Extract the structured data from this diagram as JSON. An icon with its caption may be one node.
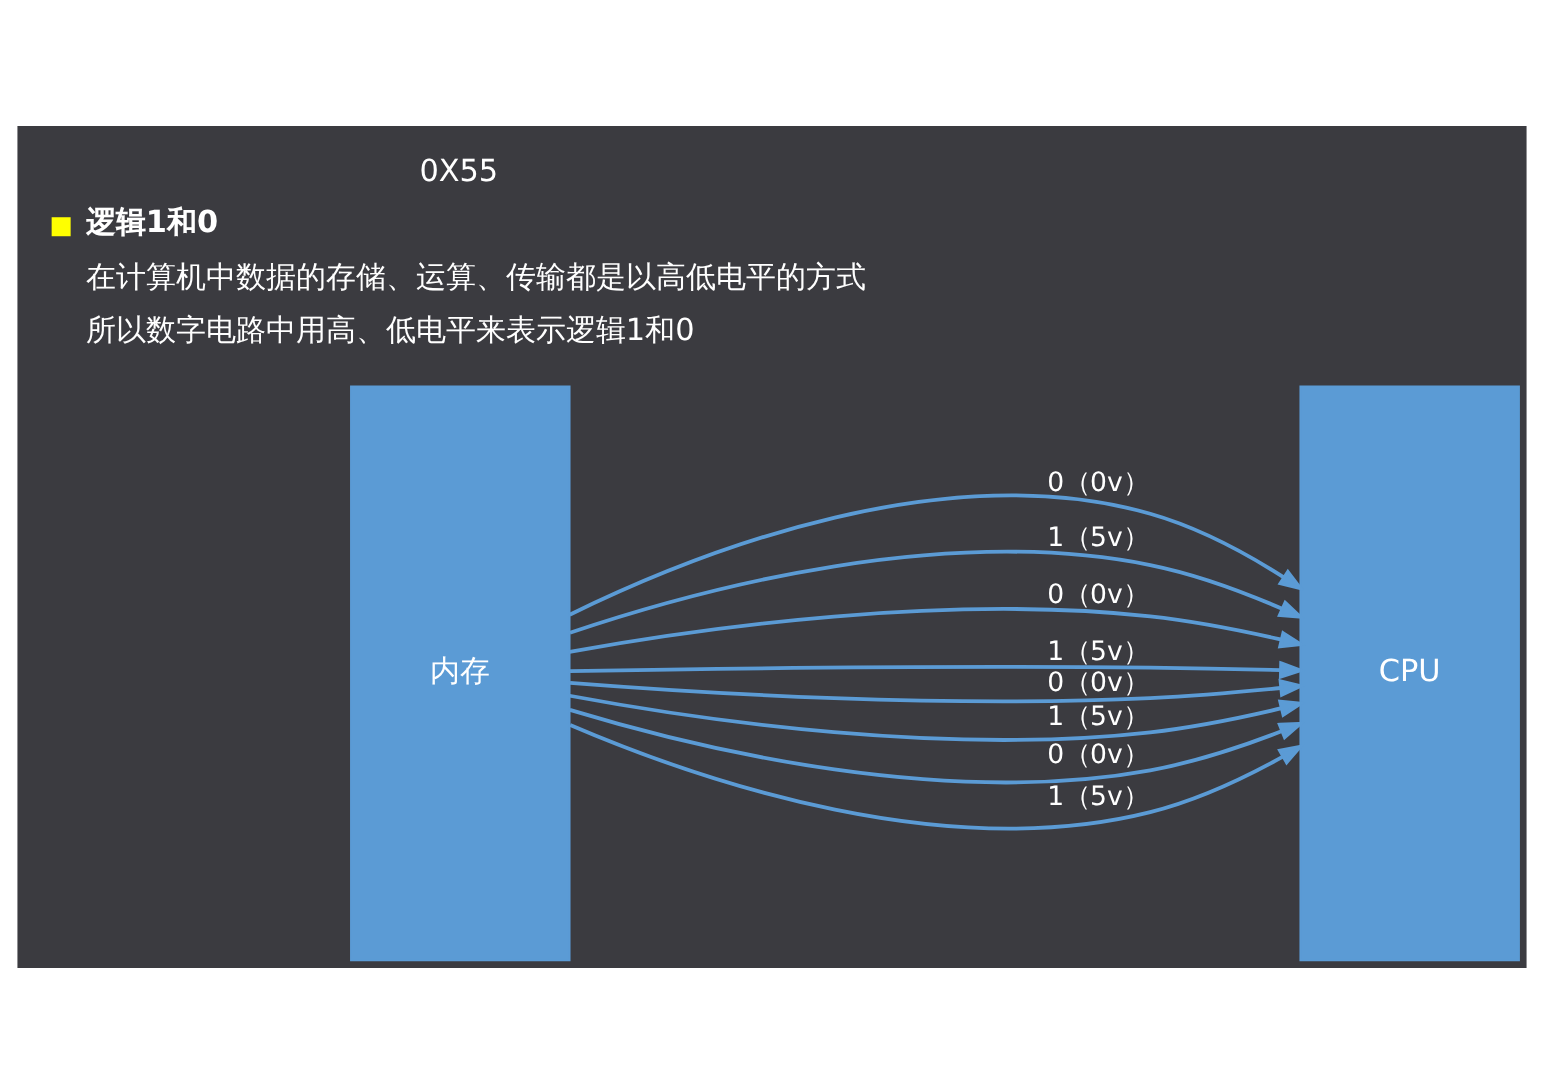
{
  "diagram": {
    "nodes": [
      {
        "text": [
          "内存"
        ]
      },
      {
        "text": [
          "CPU"
        ]
      }
    ],
    "edges": [
      {
        "from": 0,
        "to": 1,
        "arrow": "to",
        "label": "0（0v）"
      },
      {
        "from": 0,
        "to": 1,
        "arrow": "to",
        "label": "1（5v）"
      },
      {
        "from": 0,
        "to": 1,
        "arrow": "to",
        "label": "0（0v）"
      },
      {
        "from": 0,
        "to": 1,
        "arrow": "to",
        "label": "1（5v）"
      },
      {
        "from": 0,
        "to": 1,
        "arrow": "to",
        "label": "0（0v）"
      },
      {
        "from": 0,
        "to": 1,
        "arrow": "to",
        "label": "1（5v）"
      },
      {
        "from": 0,
        "to": 1,
        "arrow": "to",
        "label": "0（0v）"
      },
      {
        "from": 0,
        "to": 1,
        "arrow": "to",
        "label": "1（5v）"
      }
    ],
    "labels": [
      "0X55",
      "逻辑1和0",
      "在计算机中数据的存储、运算、传输都是以高低电平的方式",
      "所以数字电路中用高、低电平来表示逻辑1和0"
    ]
  }
}
